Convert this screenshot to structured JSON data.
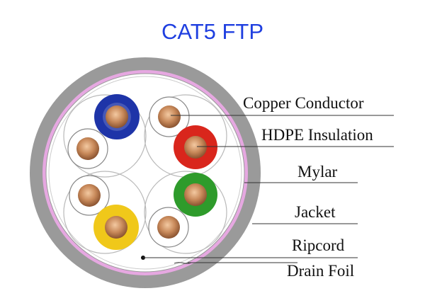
{
  "title": "CAT5 FTP",
  "labels": {
    "copper_conductor": "Copper Conductor",
    "hdpe_insulation": "HDPE Insulation",
    "mylar": "Mylar",
    "jacket": "Jacket",
    "ripcord": "Ripcord",
    "drain_foil": "Drain Foil"
  },
  "colors": {
    "title": "#1f3fe0",
    "label_text": "#111111",
    "leader_line": "#333333",
    "jacket": "#9a9a9a",
    "mylar": "#e7a9e2",
    "copper": "#c68a5a",
    "insulation_blue": "#1e34a8",
    "insulation_red": "#d9261c",
    "insulation_green": "#2e9b2b",
    "insulation_yellow": "#f0c81a"
  }
}
